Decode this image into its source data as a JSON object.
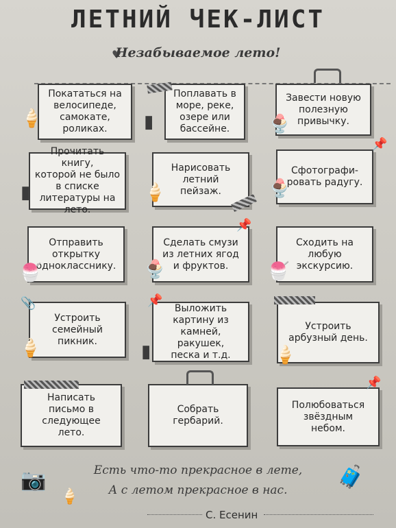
{
  "title": "ЛЕТНИЙ ЧЕК-ЛИСТ",
  "subtitle": "Незабываемое лето!",
  "cards": [
    {
      "lines": [
        "Покататься на",
        "велосипеде,",
        "самокате,",
        "роликах."
      ]
    },
    {
      "lines": [
        "Поплавать в",
        "море, реке,",
        "озере или",
        "бассейне."
      ]
    },
    {
      "lines": [
        "Завести новую",
        "полезную",
        "привычку."
      ]
    },
    {
      "lines": [
        "Прочитать книгу,",
        "которой не было",
        "в списке",
        "литературы на",
        "лето."
      ]
    },
    {
      "lines": [
        "Нарисовать",
        "летний",
        "пейзаж."
      ]
    },
    {
      "lines": [
        "Сфотографи-",
        "ровать радугу."
      ]
    },
    {
      "lines": [
        "Отправить",
        "открытку",
        "однокласснику."
      ]
    },
    {
      "lines": [
        "Сделать смузи",
        "из летних ягод",
        "и фруктов."
      ]
    },
    {
      "lines": [
        "Сходить на",
        "любую",
        "экскурсию."
      ]
    },
    {
      "lines": [
        "Устроить",
        "семейный",
        "пикник."
      ]
    },
    {
      "lines": [
        "Выложить",
        "картину из",
        "камней, ракушек,",
        "песка и т.д."
      ]
    },
    {
      "lines": [
        "Устроить",
        "арбузный день."
      ]
    },
    {
      "lines": [
        "Написать",
        "письмо в",
        "следующее",
        "лето."
      ]
    },
    {
      "lines": [
        "Собрать",
        "гербарий."
      ]
    },
    {
      "lines": [
        "Полюбоваться",
        "звёздным",
        "небом."
      ]
    }
  ],
  "quote": {
    "line1": "Есть что-то прекрасное в лете,",
    "line2": "А с летом прекрасное в нас.",
    "author": "С. Есенин"
  },
  "icons": [
    "heart-icon",
    "ice-cream-icon",
    "popsicle-icon",
    "pushpin-icon",
    "paper-clip-icon",
    "washi-tape-icon",
    "camera-icon",
    "suitcase-icon"
  ],
  "colors": {
    "background": "#cfcdc6",
    "card": "#f1f0ec",
    "ink": "#262626"
  }
}
